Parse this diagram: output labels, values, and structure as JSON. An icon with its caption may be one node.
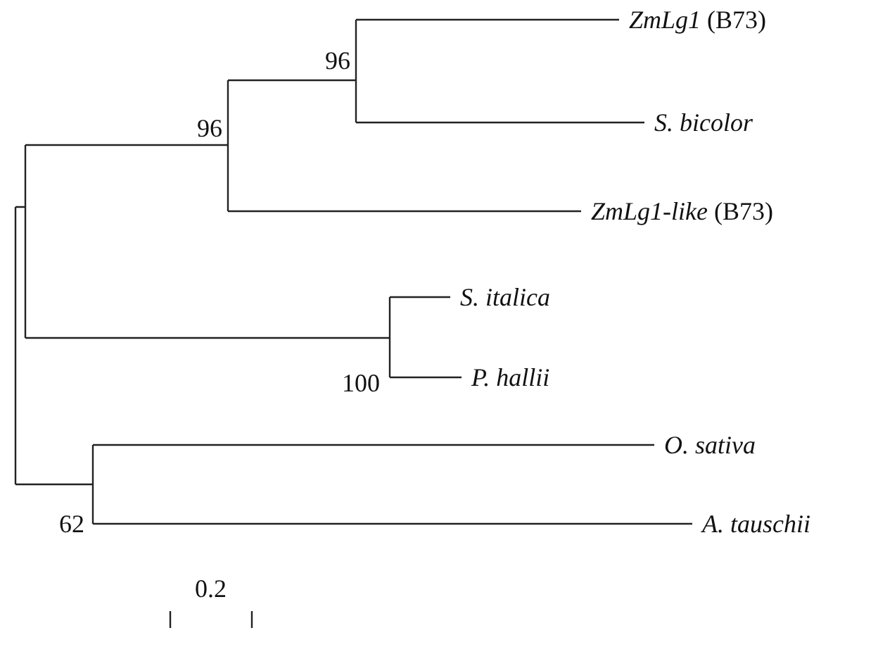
{
  "diagram": {
    "labels": [
      "*ZmLg1* (B73)",
      "96",
      "96",
      "*S. bicolor*",
      "*ZmLg1-like* (B73)",
      "*S. italica*",
      "100",
      "*P. hallii*",
      "*O. sativa*",
      "62",
      "*A. tauschii*",
      "0.2"
    ]
  }
}
